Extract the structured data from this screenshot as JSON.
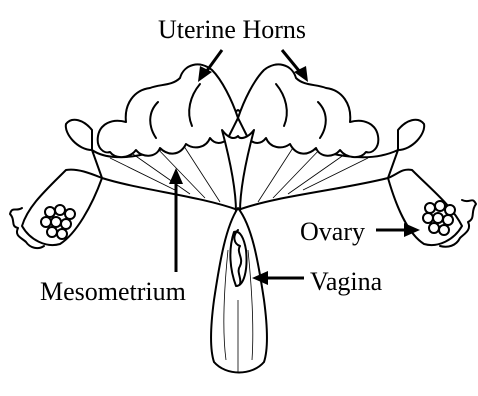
{
  "labels": {
    "uterine_horns": "Uterine Horns",
    "ovary": "Ovary",
    "mesometrium": "Mesometrium",
    "vagina": "Vagina"
  },
  "colors": {
    "ink": "#000000",
    "background": "#ffffff"
  }
}
